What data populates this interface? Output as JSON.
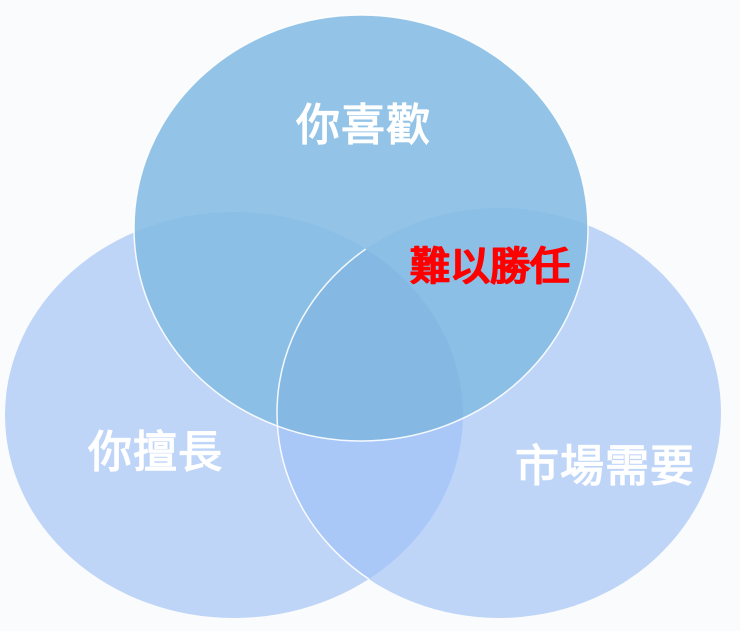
{
  "diagram": {
    "type": "venn",
    "sets": [
      {
        "id": "top",
        "label": "你喜歡",
        "color": "#93c3e6"
      },
      {
        "id": "left",
        "label": "你擅長",
        "color": "#bfd5f8"
      },
      {
        "id": "right",
        "label": "市場需要",
        "color": "#bfd5f8"
      }
    ],
    "highlight": {
      "label": "難以勝任",
      "color": "#ff0000",
      "position": "overlap of top and right circles"
    },
    "colors": {
      "background": "#fafbfc",
      "top_circle": "#93c3e6",
      "side_circles": "#bfd5f8",
      "bottom_overlap": "#a9c8f8",
      "top_overlap": "#87bbe4",
      "circle_border": "#ffffff",
      "label_text": "#ffffff",
      "highlight_text": "#ff0000"
    }
  }
}
